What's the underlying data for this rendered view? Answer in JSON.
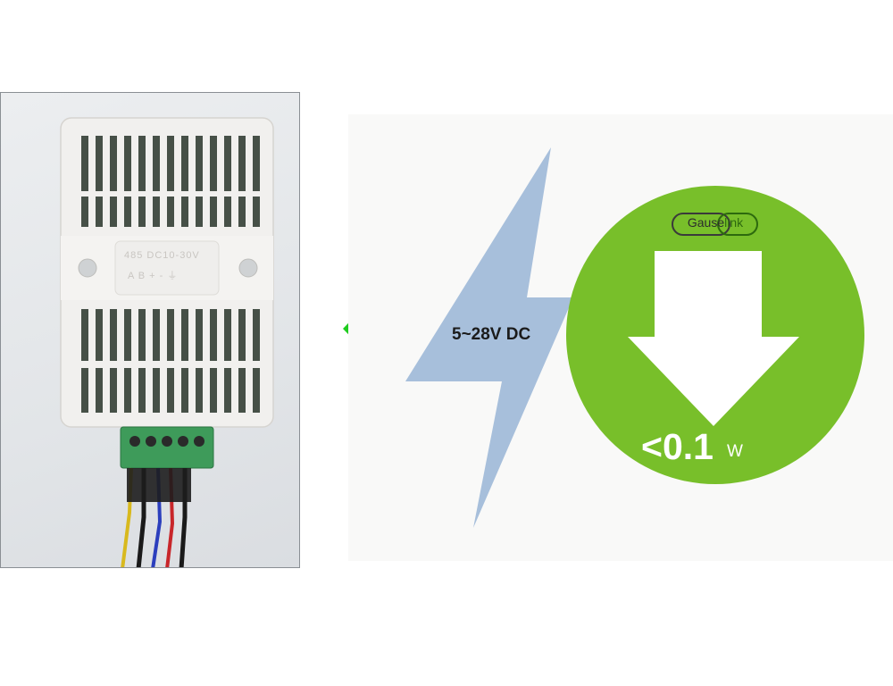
{
  "device": {
    "label_line1": "485  DC10-30V",
    "label_line2": "A  B  +  -  ⏚"
  },
  "graphic": {
    "voltage_text": "5~28V DC",
    "logo_part1": "Gause",
    "logo_part2": "link",
    "power_value": "<0.1",
    "power_unit": "W"
  },
  "colors": {
    "circle_green": "#78bf2a",
    "arrow_green": "#1fcc1f",
    "bolt_blue": "#a7bfdb",
    "logo_green": "#2d6a0e"
  },
  "icons": [
    "left-arrow-icon",
    "lightning-bolt-icon",
    "down-arrow-icon",
    "gauselink-logo"
  ]
}
